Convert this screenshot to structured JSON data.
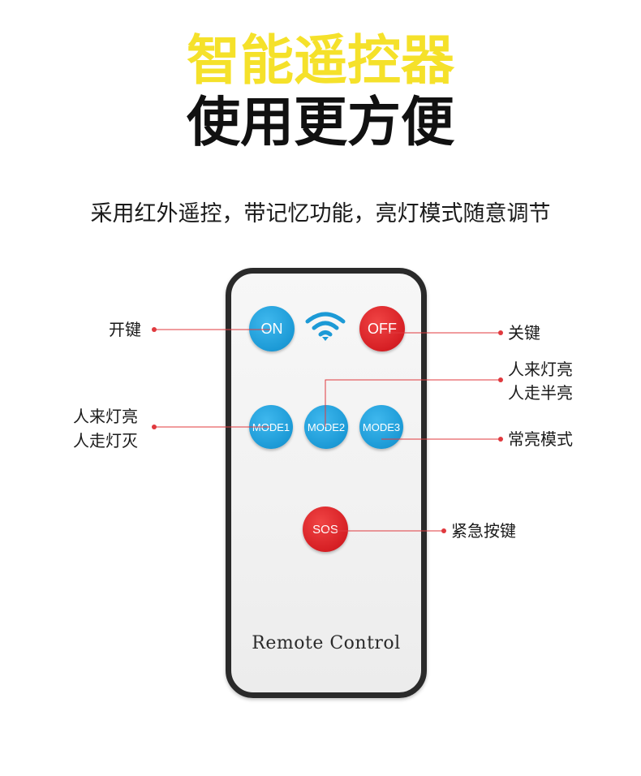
{
  "header": {
    "title_line1": "智能遥控器",
    "title_line2": "使用更方便",
    "subtitle": "采用红外遥控，带记忆功能，亮灯模式随意调节"
  },
  "remote": {
    "brand_text": "Remote Control",
    "buttons": {
      "on": "ON",
      "off": "OFF",
      "mode1": "MODE1",
      "mode2": "MODE2",
      "mode3": "MODE3",
      "sos": "SOS"
    },
    "signal_icon": "wifi-signal-icon"
  },
  "labels": {
    "on_key": "开键",
    "off_key": "关键",
    "mode1_line1": "人来灯亮",
    "mode1_line2": "人走灯灭",
    "mode2_line1": "人来灯亮",
    "mode2_line2": "人走半亮",
    "mode3": "常亮模式",
    "sos": "紧急按键"
  },
  "colors": {
    "title_yellow": "#f5e12a",
    "button_blue": "#1c9ad6",
    "button_red": "#d61f24",
    "pointer_line": "#e0393e"
  }
}
